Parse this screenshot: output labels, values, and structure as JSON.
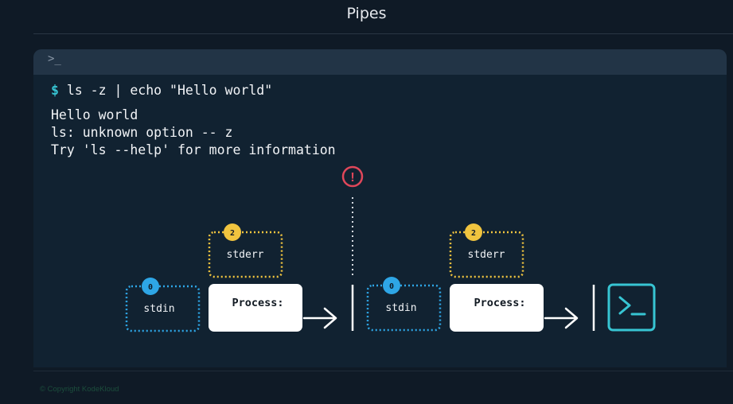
{
  "page": {
    "title": "Pipes"
  },
  "terminal": {
    "prompt_glyph": ">_",
    "command": {
      "prompt": "$",
      "text": "ls -z | echo \"Hello world\""
    },
    "output": [
      "Hello world",
      "ls: unknown option -- z",
      "Try 'ls --help' for more information"
    ]
  },
  "diagram": {
    "error_icon": "!",
    "stages": [
      {
        "stdin_label": "stdin",
        "stdin_badge": "0",
        "stderr_label": "stderr",
        "stderr_badge": "2",
        "process_label": "Process:"
      },
      {
        "stdin_label": "stdin",
        "stdin_badge": "0",
        "stderr_label": "stderr",
        "stderr_badge": "2",
        "process_label": "Process:"
      }
    ],
    "colors": {
      "stdin": "#2ea6e6",
      "stderr": "#f0c43f",
      "error": "#e0475a",
      "terminal": "#37c5d3",
      "process_box": "#ffffff"
    }
  },
  "footer": {
    "copyright": "© Copyright KodeKloud"
  }
}
